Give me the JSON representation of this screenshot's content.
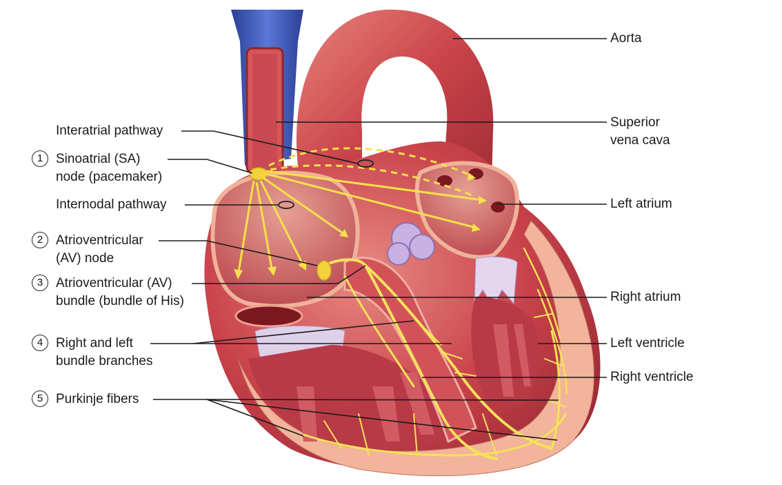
{
  "left_labels": {
    "interatrial": "Interatrial pathway",
    "sa_node": {
      "number": "1",
      "line1": "Sinoatrial (SA)",
      "line2": "node (pacemaker)"
    },
    "internodal": "Internodal pathway",
    "av_node": {
      "number": "2",
      "line1": "Atrioventricular",
      "line2": "(AV) node"
    },
    "av_bundle": {
      "number": "3",
      "line1": "Atrioventricular (AV)",
      "line2": "bundle (bundle of His)"
    },
    "bundle_branches": {
      "number": "4",
      "line1": "Right and left",
      "line2": "bundle branches"
    },
    "purkinje": {
      "number": "5",
      "line1": "Purkinje fibers"
    }
  },
  "right_labels": {
    "aorta": "Aorta",
    "svc": {
      "line1": "Superior",
      "line2": "vena cava"
    },
    "left_atrium": "Left atrium",
    "right_atrium": "Right atrium",
    "left_ventricle": "Left ventricle",
    "right_ventricle": "Right ventricle"
  },
  "colors": {
    "heart_wall": "#c8414a",
    "heart_light": "#e07b78",
    "myocardium": "#f2b49a",
    "vein": "#3a55b8",
    "valve": "#d9c7e6",
    "conduction": "#f5e25a",
    "leader_line": "#1a1a1a"
  }
}
